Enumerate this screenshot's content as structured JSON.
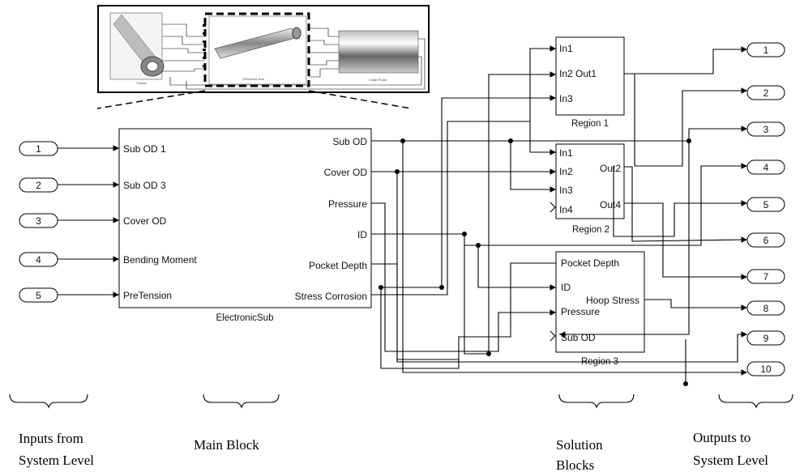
{
  "thumbnail": {
    "thread_label": "Thread",
    "electronic_label": "Electronic Sub",
    "collar_label": "Collar Probe"
  },
  "inports": [
    "1",
    "2",
    "3",
    "4",
    "5"
  ],
  "main_block": {
    "title": "ElectronicSub",
    "inputs": [
      "Sub OD 1",
      "Sub OD 3",
      "Cover OD",
      "Bending Moment",
      "PreTension"
    ],
    "outputs": [
      "Sub OD",
      "Cover OD",
      "Pressure",
      "ID",
      "Pocket Depth",
      "Stress Corrosion"
    ]
  },
  "region1": {
    "title": "Region 1",
    "ports": [
      "In1",
      "In2 Out1",
      "In3"
    ]
  },
  "region2": {
    "title": "Region 2",
    "ports": [
      "In1",
      "In2",
      "In3",
      "In4",
      "Out2",
      "Out4"
    ]
  },
  "region3": {
    "title": "Region 3",
    "ports": [
      "Pocket Depth",
      "ID",
      "Pressure",
      "Sub OD",
      "Hoop Stress"
    ]
  },
  "outports": [
    "1",
    "2",
    "3",
    "4",
    "5",
    "6",
    "7",
    "8",
    "9",
    "10"
  ],
  "captions": {
    "inputs": [
      "Inputs from",
      "System Level"
    ],
    "main_block": "Main Block",
    "solution": [
      "Solution",
      "Blocks"
    ],
    "outputs": [
      "Outputs to",
      "System Level"
    ]
  }
}
